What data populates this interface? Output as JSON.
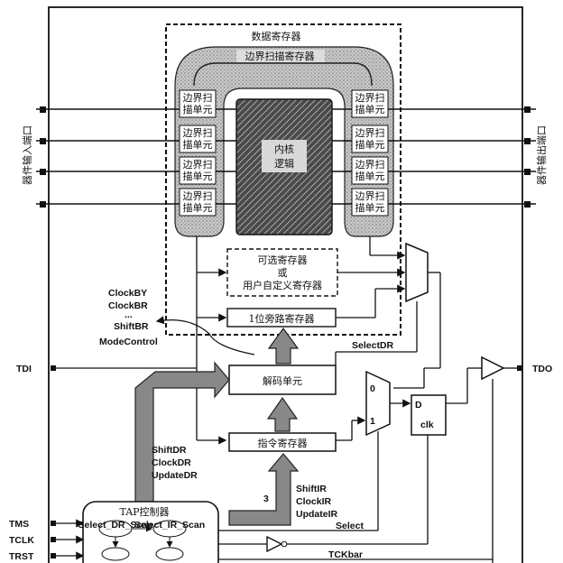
{
  "labels": {
    "data_register": "数据寄存器",
    "boundary_scan_register": "边界扫描寄存器",
    "bsc_line1": "边界扫",
    "bsc_line2": "描单元",
    "core_line1": "内核",
    "core_line2": "逻辑",
    "optional_line1": "可选寄存器",
    "optional_line2": "或",
    "optional_line3": "用户自定义寄存器",
    "bypass": "1位旁路寄存器",
    "decoder": "解码单元",
    "instruction_register": "指令寄存器",
    "device_input_port": "器件输入端口",
    "device_output_port": "器件输出端口",
    "tap_controller": "TAP控制器",
    "select_dr_scan": "Select_DR_Scan",
    "select_ir_scan": "Select_IR_Scan",
    "mux_in0": "0",
    "mux_in1": "1",
    "ff_d": "D",
    "ff_clk": "clk"
  },
  "signals": {
    "clockby": "ClockBY",
    "clockbr": "ClockBR",
    "ellipsis": "...",
    "shiftbr": "ShiftBR",
    "modecontrol": "ModeControl",
    "selectdr": "SelectDR",
    "shiftdr": "ShiftDR",
    "clockdr": "ClockDR",
    "updatedr": "UpdateDR",
    "three": "3",
    "shiftir": "ShiftIR",
    "clockir": "ClockIR",
    "updateir": "UpdateIR",
    "select": "Select",
    "tckbar": "TCKbar",
    "tdi": "TDI",
    "tdo": "TDO",
    "tms": "TMS",
    "tck": "TCLK",
    "trst": "TRST"
  }
}
